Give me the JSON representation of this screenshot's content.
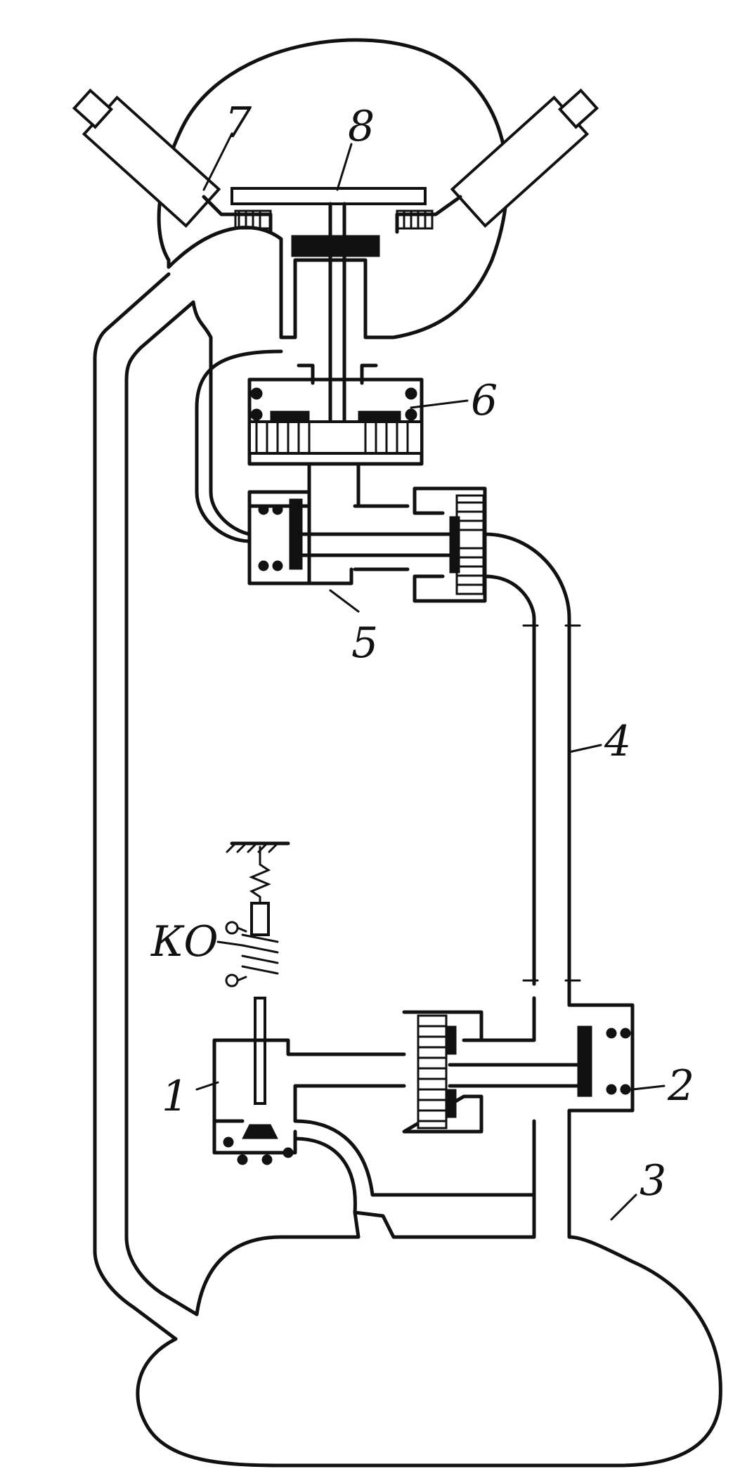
{
  "labels": {
    "l1": "1",
    "l2": "2",
    "l3": "3",
    "l4": "4",
    "l5": "5",
    "l6": "6",
    "l7": "7",
    "l8": "8",
    "ko": "КО"
  }
}
